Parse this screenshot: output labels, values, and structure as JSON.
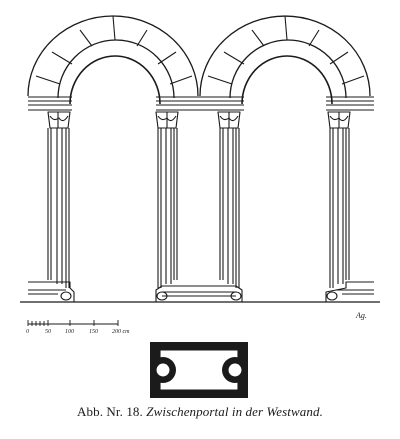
{
  "figure": {
    "caption_prefix": "Abb. Nr. 18.",
    "caption_text": "Zwischenportal in der Westwand.",
    "signature": "Ag."
  },
  "scale_bar": {
    "labels": [
      "0",
      "50",
      "100",
      "150",
      "200 cm"
    ]
  },
  "colors": {
    "ink": "#1b1b1b",
    "paper": "#ffffff"
  }
}
